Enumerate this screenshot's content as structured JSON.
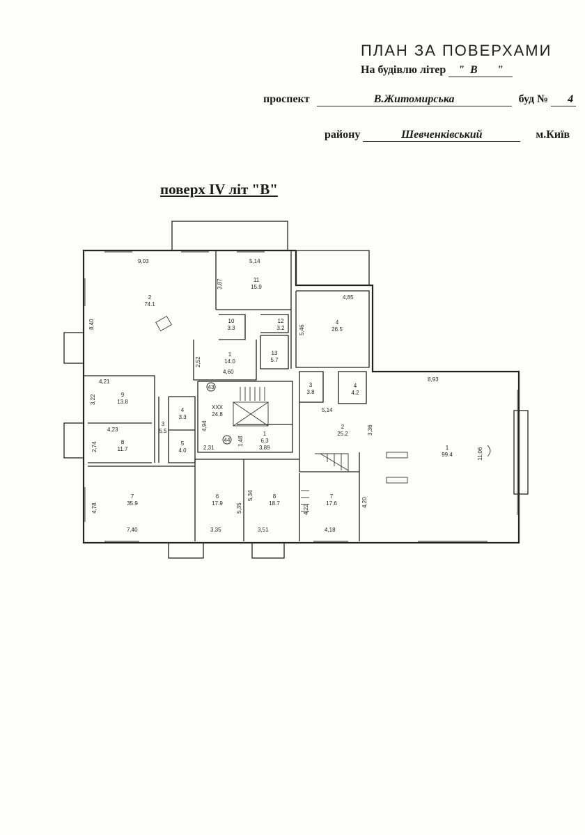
{
  "header": {
    "title": "ПЛАН ЗА ПОВЕРХАМИ",
    "building_label": "На будівлю літер",
    "building_letter": "В",
    "street_label": "проспект",
    "street_name": "В.Житомирська",
    "house_label": "буд №",
    "house_number": "4",
    "district_label": "району",
    "district_name": "Шевченківський",
    "city": "м.Київ"
  },
  "floor_title": "поверх IV літ \"В\"",
  "rooms": [
    {
      "num": "2",
      "area": "74.1"
    },
    {
      "num": "11",
      "area": "15.9"
    },
    {
      "num": "10",
      "area": "3.3"
    },
    {
      "num": "12",
      "area": "3.2"
    },
    {
      "num": "1",
      "area": "14.0"
    },
    {
      "num": "13",
      "area": "5.7"
    },
    {
      "num": "4",
      "area": "26.5"
    },
    {
      "num": "9",
      "area": "13.8"
    },
    {
      "num": "8",
      "area": "11.7"
    },
    {
      "num": "4",
      "area": "3.3"
    },
    {
      "num": "3",
      "area": "5.5"
    },
    {
      "num": "5",
      "area": "4.0"
    },
    {
      "num": "XXX",
      "area": "24.8"
    },
    {
      "num": "1",
      "area": "6.3"
    },
    {
      "num": "3",
      "area": "3.8"
    },
    {
      "num": "4",
      "area": "4.2"
    },
    {
      "num": "2",
      "area": "25.2"
    },
    {
      "num": "1",
      "area": "99.4"
    },
    {
      "num": "7",
      "area": "35.9"
    },
    {
      "num": "6",
      "area": "17.9"
    },
    {
      "num": "8",
      "area": "18.7"
    },
    {
      "num": "7",
      "area": "17.6"
    }
  ],
  "dimensions": [
    "9,03",
    "5,14",
    "3,87",
    "4,85",
    "5,46",
    "8,40",
    "2,52",
    "4,60",
    "4,21",
    "3,22",
    "4,23",
    "2,74",
    "8,93",
    "5,14",
    "3,36",
    "11,06",
    "4,94",
    "2,31",
    "1,48",
    "3,89",
    "4,78",
    "7,40",
    "5,35",
    "3,35",
    "5,34",
    "3,51",
    "4,22",
    "4,18",
    "4,20"
  ],
  "markers": [
    "43",
    "44"
  ]
}
